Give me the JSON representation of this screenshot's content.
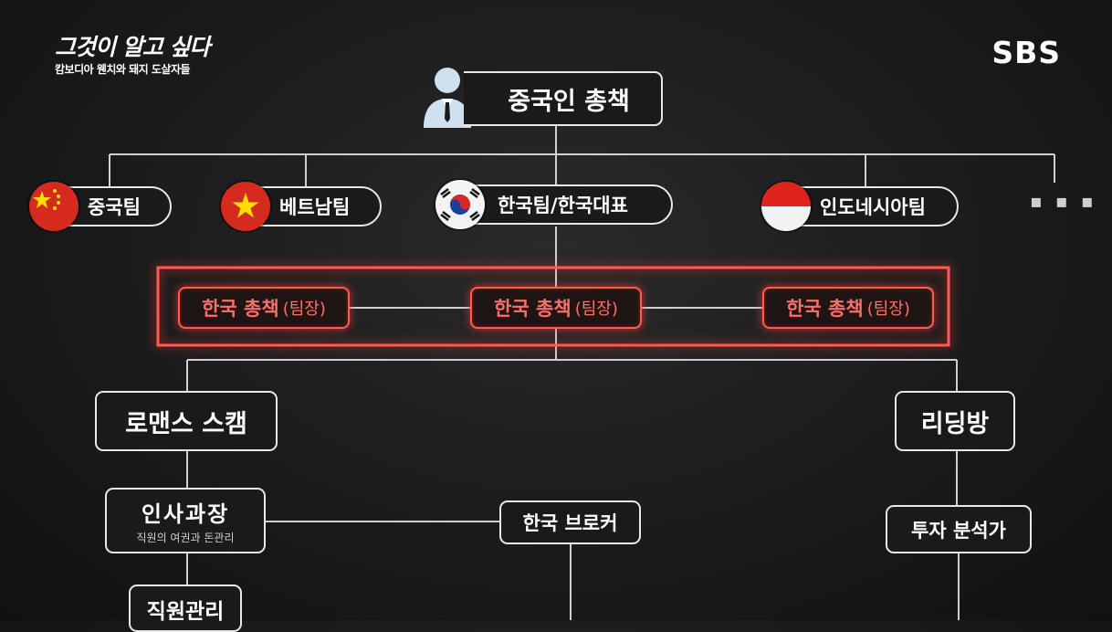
{
  "program": {
    "title": "그것이 알고 싶다",
    "subtitle": "캄보디아 웬치와 돼지 도살자들"
  },
  "broadcaster": "SBS",
  "top_node": {
    "label": "중국인 총책",
    "icon": "person-suit-icon"
  },
  "teams": [
    {
      "label": "중국팀",
      "flag": "china-flag-icon"
    },
    {
      "label": "베트남팀",
      "flag": "vietnam-flag-icon"
    },
    {
      "label": "한국팀/한국대표",
      "flag": "korea-flag-icon"
    },
    {
      "label": "인도네시아팀",
      "flag": "indonesia-flag-icon"
    }
  ],
  "more_indicator": "▪ ▪ ▪",
  "leaders": [
    {
      "main": "한국 총책",
      "sub": "(팀장)"
    },
    {
      "main": "한국 총책",
      "sub": "(팀장)"
    },
    {
      "main": "한국 총책",
      "sub": "(팀장)"
    }
  ],
  "divisions": {
    "romance": "로맨스 스캠",
    "reading": "리딩방",
    "hr": {
      "title": "인사과장",
      "desc": "직원의 여권과 돈관리"
    },
    "broker": "한국 브로커",
    "analyst": "투자 분석가",
    "staff": "직원관리"
  },
  "colors": {
    "accent_red": "#ff5a55",
    "line": "#d8d8d8",
    "box_border": "#e8e8e8"
  }
}
